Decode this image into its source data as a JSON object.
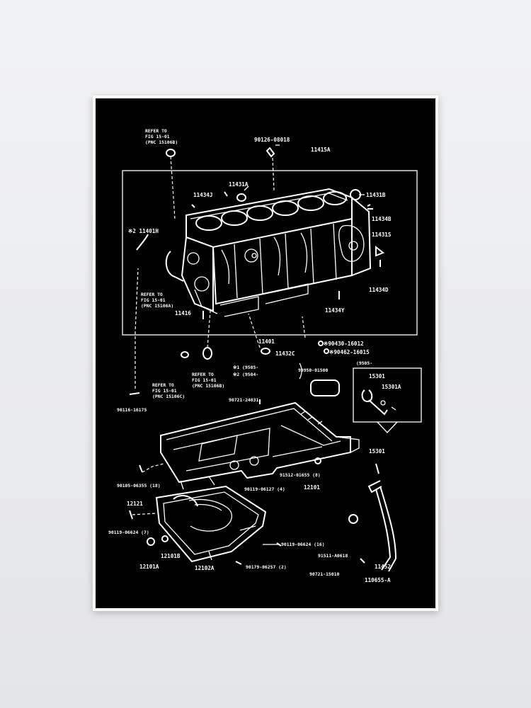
{
  "labels": {
    "refer_top_1": "REFER TO",
    "refer_top_2": "FIG 15-01",
    "refer_top_3": "(PNC 15106B)",
    "p90126": "90126-08018",
    "p11415A": "11415A",
    "p11431A": "11431A",
    "p11434J": "11434J",
    "p11431B": "11431B",
    "p11434B": "11434B",
    "p11431S": "11431S",
    "p11434D": "11434D",
    "p11401H": "※2 11401H",
    "refer_mid_1": "REFER TO",
    "refer_mid_2": "FIG 15-01",
    "refer_mid_3": "(PNC 15106A)",
    "p11416": "11416",
    "p11434Y": "11434Y",
    "p11401": "11401",
    "p90430": "※90430-16012",
    "p11432C": "11432C",
    "p90462": "※90462-16015",
    "refer_low_1": "REFER TO",
    "refer_low_2": "FIG 15-01",
    "refer_low_3": "(PNC 15106C)",
    "refer_low2_1": "REFER TO",
    "refer_low2_2": "FIG 15-01",
    "refer_low2_3": "(PNC 15106B)",
    "note1": "※1 (9505-",
    "note2": "※2 (9504-",
    "p99950": "99950-01500",
    "inset_hdr": "(9505-",
    "p15301a": "15301",
    "p15301A": "15301A",
    "p90116": "90116-16175",
    "p90721a": "90721-24031",
    "p15301b": "15301",
    "p91512": "91512-01655 (8)",
    "p90105": "90105-06355 (18)",
    "p90119a": "90119-06127 (4)",
    "p12101": "12101",
    "p12121": "12121",
    "p90119b": "90119-06624 (7)",
    "p90119c": "90119-06624 (16)",
    "p91511": "91511-A0618",
    "p12101B": "12101B",
    "p12101A": "12101A",
    "p12102A": "12102A",
    "p90179": "90179-06257 (2)",
    "p11452": "11452",
    "p90721b": "90721-15010",
    "fig_code": "110655-A"
  }
}
